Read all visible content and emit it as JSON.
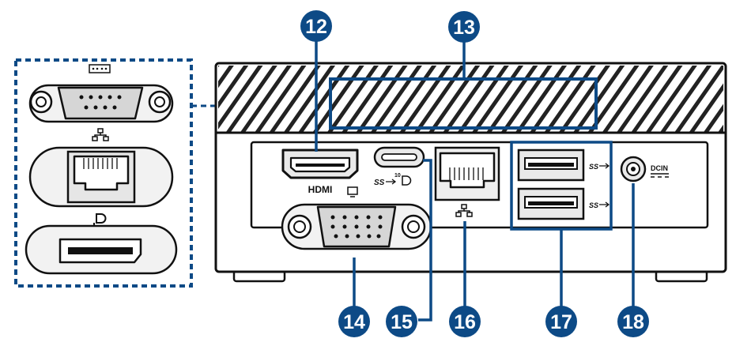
{
  "labels": {
    "hdmi": "HDMI",
    "dcin": "DCIN"
  },
  "callouts": [
    {
      "id": "12",
      "label": "12",
      "port": "hdmi-port"
    },
    {
      "id": "13",
      "label": "13",
      "port": "air-vent"
    },
    {
      "id": "14",
      "label": "14",
      "port": "vga-port"
    },
    {
      "id": "15",
      "label": "15",
      "port": "usb-c-port"
    },
    {
      "id": "16",
      "label": "16",
      "port": "lan-port"
    },
    {
      "id": "17",
      "label": "17",
      "port": "usb-a-ports"
    },
    {
      "id": "18",
      "label": "18",
      "port": "dc-in-jack"
    }
  ],
  "optional_ports": [
    "serial-com-port",
    "lan-port",
    "displayport"
  ],
  "icons": {
    "serial": "serial-port-icon",
    "lan": "network-icon",
    "displayport": "displayport-icon",
    "vga": "monitor-icon",
    "usb_c": "superspeed-usb-10gbps-displayport-icon",
    "usb_a": "superspeed-usb-icon"
  },
  "colors": {
    "accent": "#0d4a86",
    "outline": "#111111",
    "port_fill": "#e9e9e9",
    "background": "#ffffff"
  }
}
